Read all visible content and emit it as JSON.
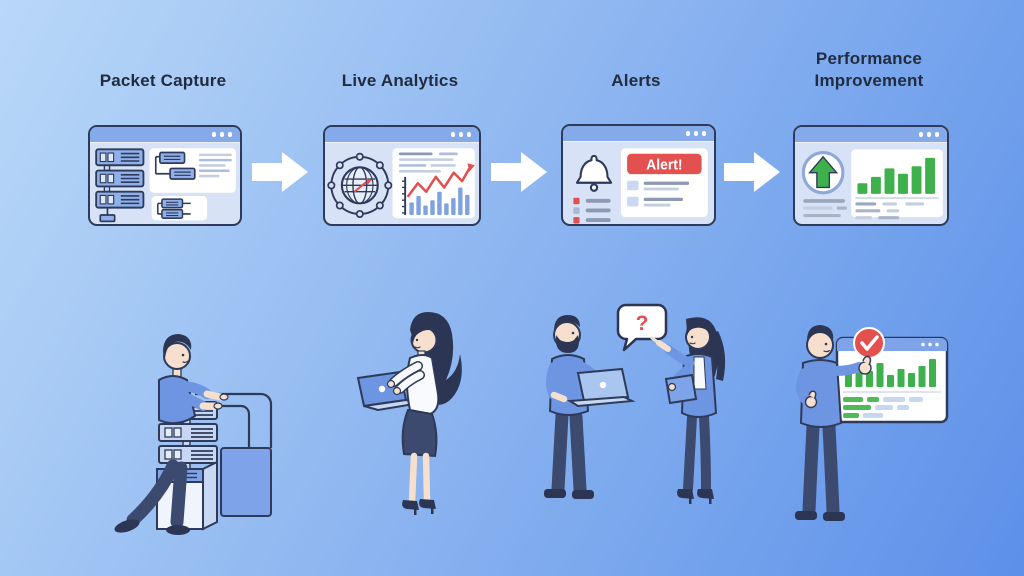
{
  "steps": [
    {
      "label": "Packet Capture",
      "icon": "server-tree-window"
    },
    {
      "label": "Live Analytics",
      "icon": "network-globe-chart-window"
    },
    {
      "label": "Alerts",
      "icon": "bell-alert-window"
    },
    {
      "label": "Performance Improvement",
      "icon": "growth-dashboard-window"
    }
  ],
  "alert": {
    "banner_text": "Alert!"
  },
  "discussion": {
    "bubble_text": "?"
  },
  "charts": {
    "analytics_bars": [
      12,
      18,
      9,
      14,
      22,
      11,
      16,
      26,
      19
    ],
    "analytics_line_points": "79,50 88,38 96,46 105,32 113,42 122,28 130,36 138,22",
    "performance_bars": [
      10,
      16,
      24,
      19,
      26,
      34
    ],
    "dashboard_bars": [
      14,
      20,
      16,
      24,
      12,
      18,
      14,
      21,
      28
    ]
  },
  "colors": {
    "background_from": "#b9d8f8",
    "background_to": "#5c90e9",
    "outline_navy": "#2e3a59",
    "window_titlebar": "#85aae9",
    "window_body": "#d7e2f6",
    "accent_blue": "#6d95e2",
    "alert_red": "#e25050",
    "success_green": "#3eb14d",
    "arrow_white": "#ffffff"
  },
  "icons": [
    "window-dots-icon",
    "server-stack-icon",
    "packet-tree-icon",
    "network-globe-icon",
    "trend-chart-icon",
    "bell-icon",
    "alert-banner",
    "up-arrow-icon",
    "bar-chart-icon",
    "flow-arrow-icon",
    "question-bubble",
    "check-badge-icon"
  ]
}
